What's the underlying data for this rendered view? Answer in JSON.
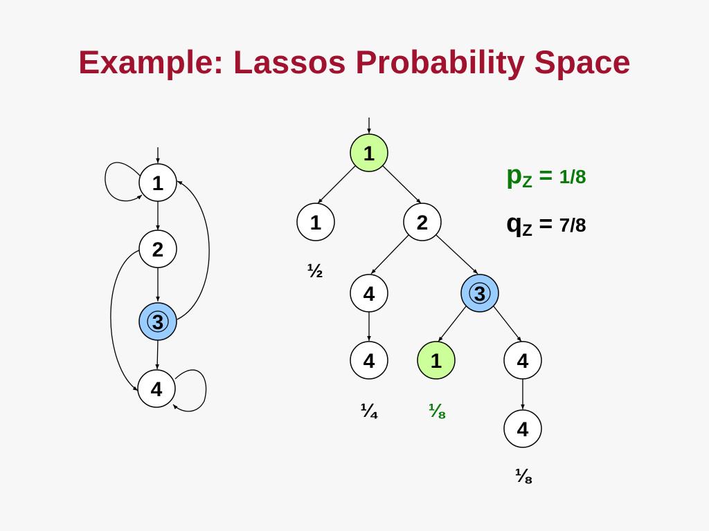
{
  "title": "Example: Lassos Probability Space",
  "colors": {
    "title": "#a0122d",
    "green_fill": "#ccff99",
    "blue_fill": "#99ccff",
    "green_text": "#0a7a0a",
    "node_fill": "#ffffff"
  },
  "state_graph": {
    "nodes": [
      {
        "id": "g1",
        "label": "1",
        "fill": "white"
      },
      {
        "id": "g2",
        "label": "2",
        "fill": "white"
      },
      {
        "id": "g3",
        "label": "3",
        "fill": "blue"
      },
      {
        "id": "g4",
        "label": "4",
        "fill": "white"
      }
    ]
  },
  "tree": {
    "nodes": [
      {
        "id": "t_root",
        "label": "1",
        "fill": "green"
      },
      {
        "id": "t_l1_a",
        "label": "1",
        "fill": "white"
      },
      {
        "id": "t_l1_b",
        "label": "2",
        "fill": "white"
      },
      {
        "id": "t_l2_a",
        "label": "4",
        "fill": "white"
      },
      {
        "id": "t_l2_b",
        "label": "3",
        "fill": "blue"
      },
      {
        "id": "t_l3_a",
        "label": "4",
        "fill": "white"
      },
      {
        "id": "t_l3_b",
        "label": "1",
        "fill": "green"
      },
      {
        "id": "t_l3_c",
        "label": "4",
        "fill": "white"
      },
      {
        "id": "t_l4_a",
        "label": "4",
        "fill": "white"
      }
    ],
    "probabilities": [
      {
        "id": "p_half",
        "text": "½",
        "color": "black"
      },
      {
        "id": "p_quarter",
        "text": "¼",
        "color": "black"
      },
      {
        "id": "p_eighth_green",
        "text": "⅛",
        "color": "green"
      },
      {
        "id": "p_eighth",
        "text": "⅛",
        "color": "black"
      }
    ]
  },
  "equations": {
    "p": {
      "var": "p",
      "sub": "Z",
      "eq": " = ",
      "value": "1/8"
    },
    "q": {
      "var": "q",
      "sub": "Z",
      "eq": " = ",
      "value": "7/8"
    }
  }
}
